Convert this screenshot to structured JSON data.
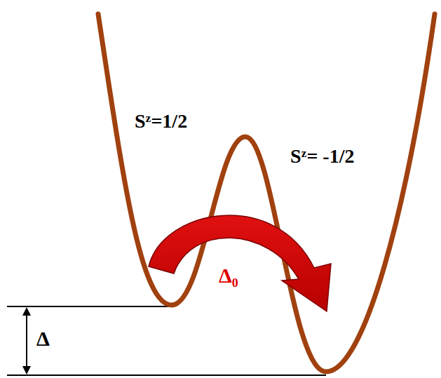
{
  "diagram": {
    "labels": [
      "Sᶻ=1/2",
      "Sᶻ= -1/2",
      "Δ₀",
      "Δ"
    ]
  }
}
